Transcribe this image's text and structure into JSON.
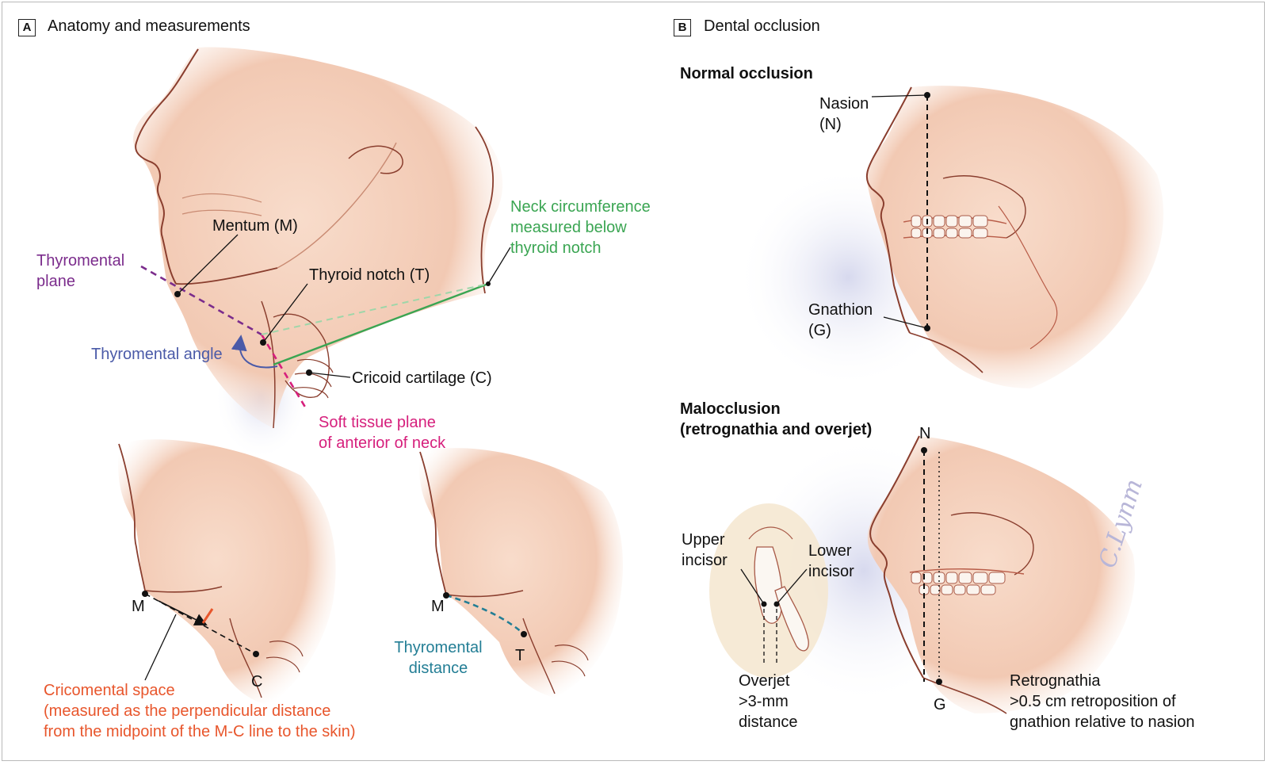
{
  "panel_a": {
    "letter": "A",
    "title": "Anatomy and measurements",
    "labels": {
      "mentum": "Mentum (M)",
      "thyromental_plane": [
        "Thyromental",
        "plane"
      ],
      "thyroid_notch": "Thyroid notch (T)",
      "neck_circumference": [
        "Neck circumference",
        "measured below",
        "thyroid notch"
      ],
      "thyromental_angle": "Thyromental angle",
      "cricoid": "Cricoid cartilage (C)",
      "soft_tissue_plane": [
        "Soft tissue plane",
        "of anterior of neck"
      ],
      "m_left": "M",
      "c_left": "C",
      "cricomental_space": [
        "Cricomental space",
        "(measured as the perpendicular distance",
        "from the midpoint of the M-C line to the skin)"
      ],
      "m_right": "M",
      "t_right": "T",
      "thyromental_distance": [
        "Thyromental",
        "distance"
      ]
    }
  },
  "panel_b": {
    "letter": "B",
    "title": "Dental occlusion",
    "normal_heading": "Normal occlusion",
    "malocclusion_heading": [
      "Malocclusion",
      "(retrognathia and overjet)"
    ],
    "labels": {
      "nasion": [
        "Nasion",
        "(N)"
      ],
      "gnathion": [
        "Gnathion",
        "(G)"
      ],
      "n": "N",
      "g": "G",
      "upper_incisor": [
        "Upper",
        "incisor"
      ],
      "lower_incisor": [
        "Lower",
        "incisor"
      ],
      "overjet": [
        "Overjet",
        ">3-mm",
        "distance"
      ],
      "retrognathia": [
        "Retrognathia",
        ">0.5 cm retroposition of",
        "gnathion relative to nasion"
      ]
    },
    "signature": "C.Lynm"
  },
  "colors": {
    "skin": "#f6d9c7",
    "skin_shade": "#e9b59a",
    "outline": "#8a3e2e",
    "purple": "#7b2c8c",
    "blue": "#4a5aa8",
    "green": "#3aa552",
    "magenta": "#d61f7c",
    "red": "#e8562c",
    "teal": "#237e95"
  }
}
